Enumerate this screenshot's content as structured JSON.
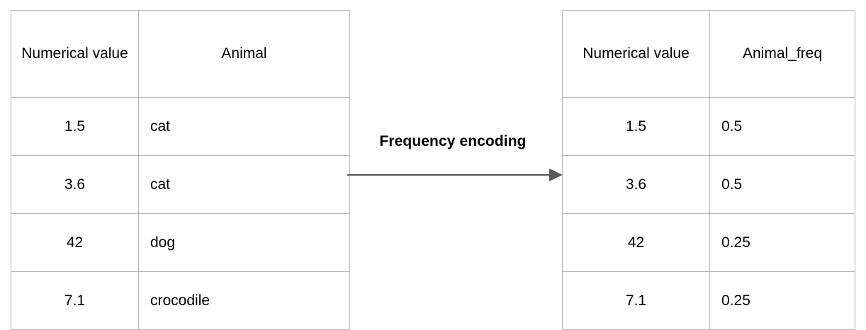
{
  "diagram": {
    "title_label": "Frequency encoding",
    "arrow": {
      "icon": "arrow-right-icon",
      "color": "#595959",
      "direction": "right"
    },
    "border_color": "#b5b5b5",
    "background": "#ffffff"
  },
  "source_table": {
    "name": "input-table",
    "columns": [
      "Numerical value",
      "Animal"
    ],
    "rows": [
      {
        "numerical_value": "1.5",
        "animal": "cat"
      },
      {
        "numerical_value": "3.6",
        "animal": "cat"
      },
      {
        "numerical_value": "42",
        "animal": "dog"
      },
      {
        "numerical_value": "7.1",
        "animal": "crocodile"
      }
    ]
  },
  "result_table": {
    "name": "output-table",
    "columns": [
      "Numerical value",
      "Animal_freq"
    ],
    "rows": [
      {
        "numerical_value": "1.5",
        "animal_freq": "0.5"
      },
      {
        "numerical_value": "3.6",
        "animal_freq": "0.5"
      },
      {
        "numerical_value": "42",
        "animal_freq": "0.25"
      },
      {
        "numerical_value": "7.1",
        "animal_freq": "0.25"
      }
    ]
  }
}
